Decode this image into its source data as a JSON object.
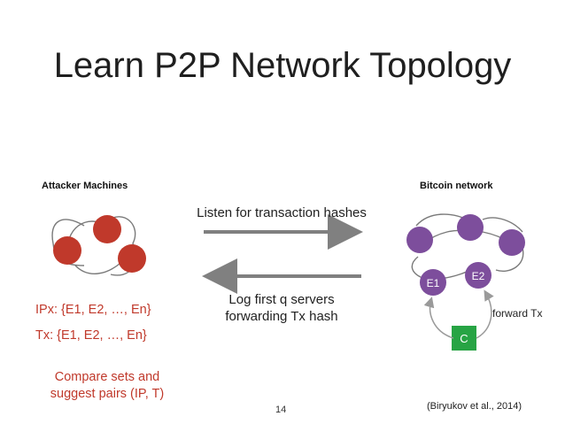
{
  "title": "Learn P2P Network Topology",
  "left_header": "Attacker Machines",
  "right_header": "Bitcoin network",
  "arrow_top_label": "Listen for transaction hashes",
  "arrow_bottom_label_1": "Log first q servers",
  "arrow_bottom_label_2": "forwarding Tx hash",
  "ipx_text": "IPx: {E1, E2, …, En}",
  "tx_text": "Tx: {E1, E2, …, En}",
  "compare_line_1": "Compare sets and",
  "compare_line_2": "suggest pairs (IP, T)",
  "node_e1": "E1",
  "node_e2": "E2",
  "node_c": "C",
  "forward_label": "forward Tx",
  "page_number": "14",
  "citation": "(Biryukov et al., 2014)",
  "colors": {
    "attacker_node": "#c0392b",
    "bitcoin_node": "#7d4e9c",
    "c_node": "#27a444",
    "arrow": "#808080"
  }
}
